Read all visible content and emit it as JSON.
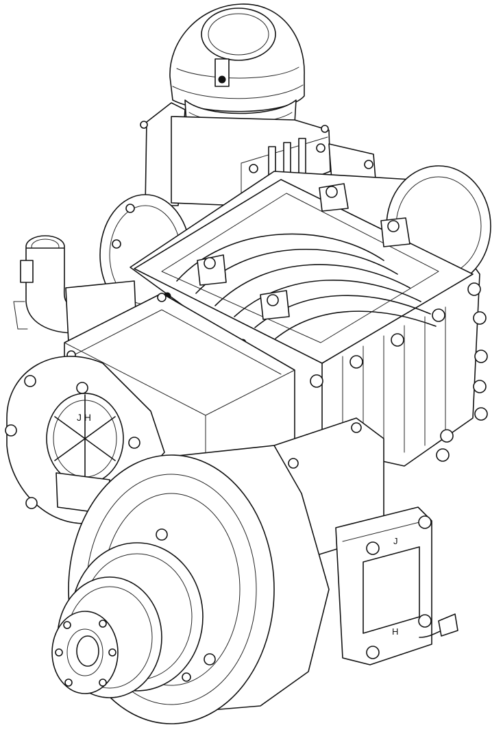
{
  "drawing": {
    "stroke_color": "#111111",
    "background_color": "#ffffff"
  },
  "markings": {
    "left_hub_letters": "J H",
    "gearbox_cover_letter": "J",
    "lower_cover_letter": "H"
  }
}
